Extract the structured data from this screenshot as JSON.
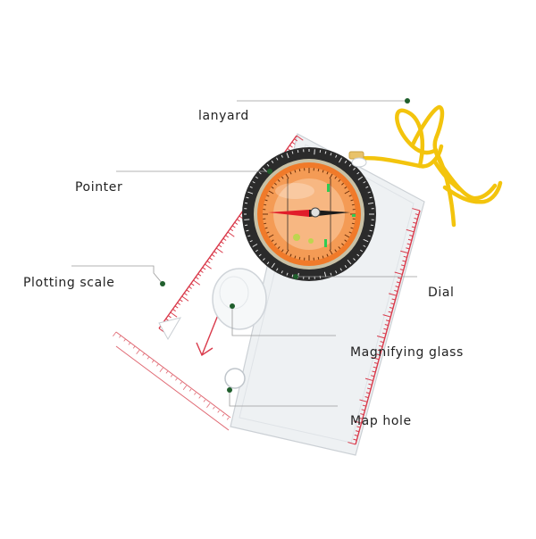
{
  "labels": {
    "lanyard": "lanyard",
    "pointer": "Pointer",
    "plotting_scale": "Plotting scale",
    "dial": "Dial",
    "magnifying_glass": "Magnifying glass",
    "map_hole": "Map hole"
  },
  "colors": {
    "baseplate": "#eef1f3",
    "scale_red": "#d9394a",
    "bezel": "#2b2b2b",
    "capsule_orange": "#f07a2a",
    "lanyard_yellow": "#f3c40d",
    "leader_line": "#9a9a9a",
    "leader_dot": "#1f5e2c",
    "text": "#222222"
  }
}
